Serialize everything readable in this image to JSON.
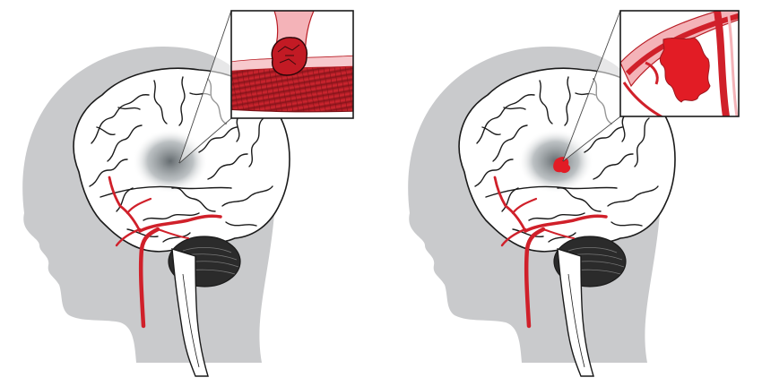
{
  "panels": [
    {
      "id": "ischemic",
      "inset": "clot"
    },
    {
      "id": "hemorrhagic",
      "inset": "bleed"
    }
  ],
  "colors": {
    "head": "#c9cacc",
    "shadow": "#9aa0a4",
    "outline": "#1a1a1a",
    "vessel": "#d0202a",
    "vessel_dark": "#8e1419",
    "vessel_light": "#f4b3b8",
    "blood": "#e21c25",
    "cerebellum": "#2b2b2b"
  }
}
